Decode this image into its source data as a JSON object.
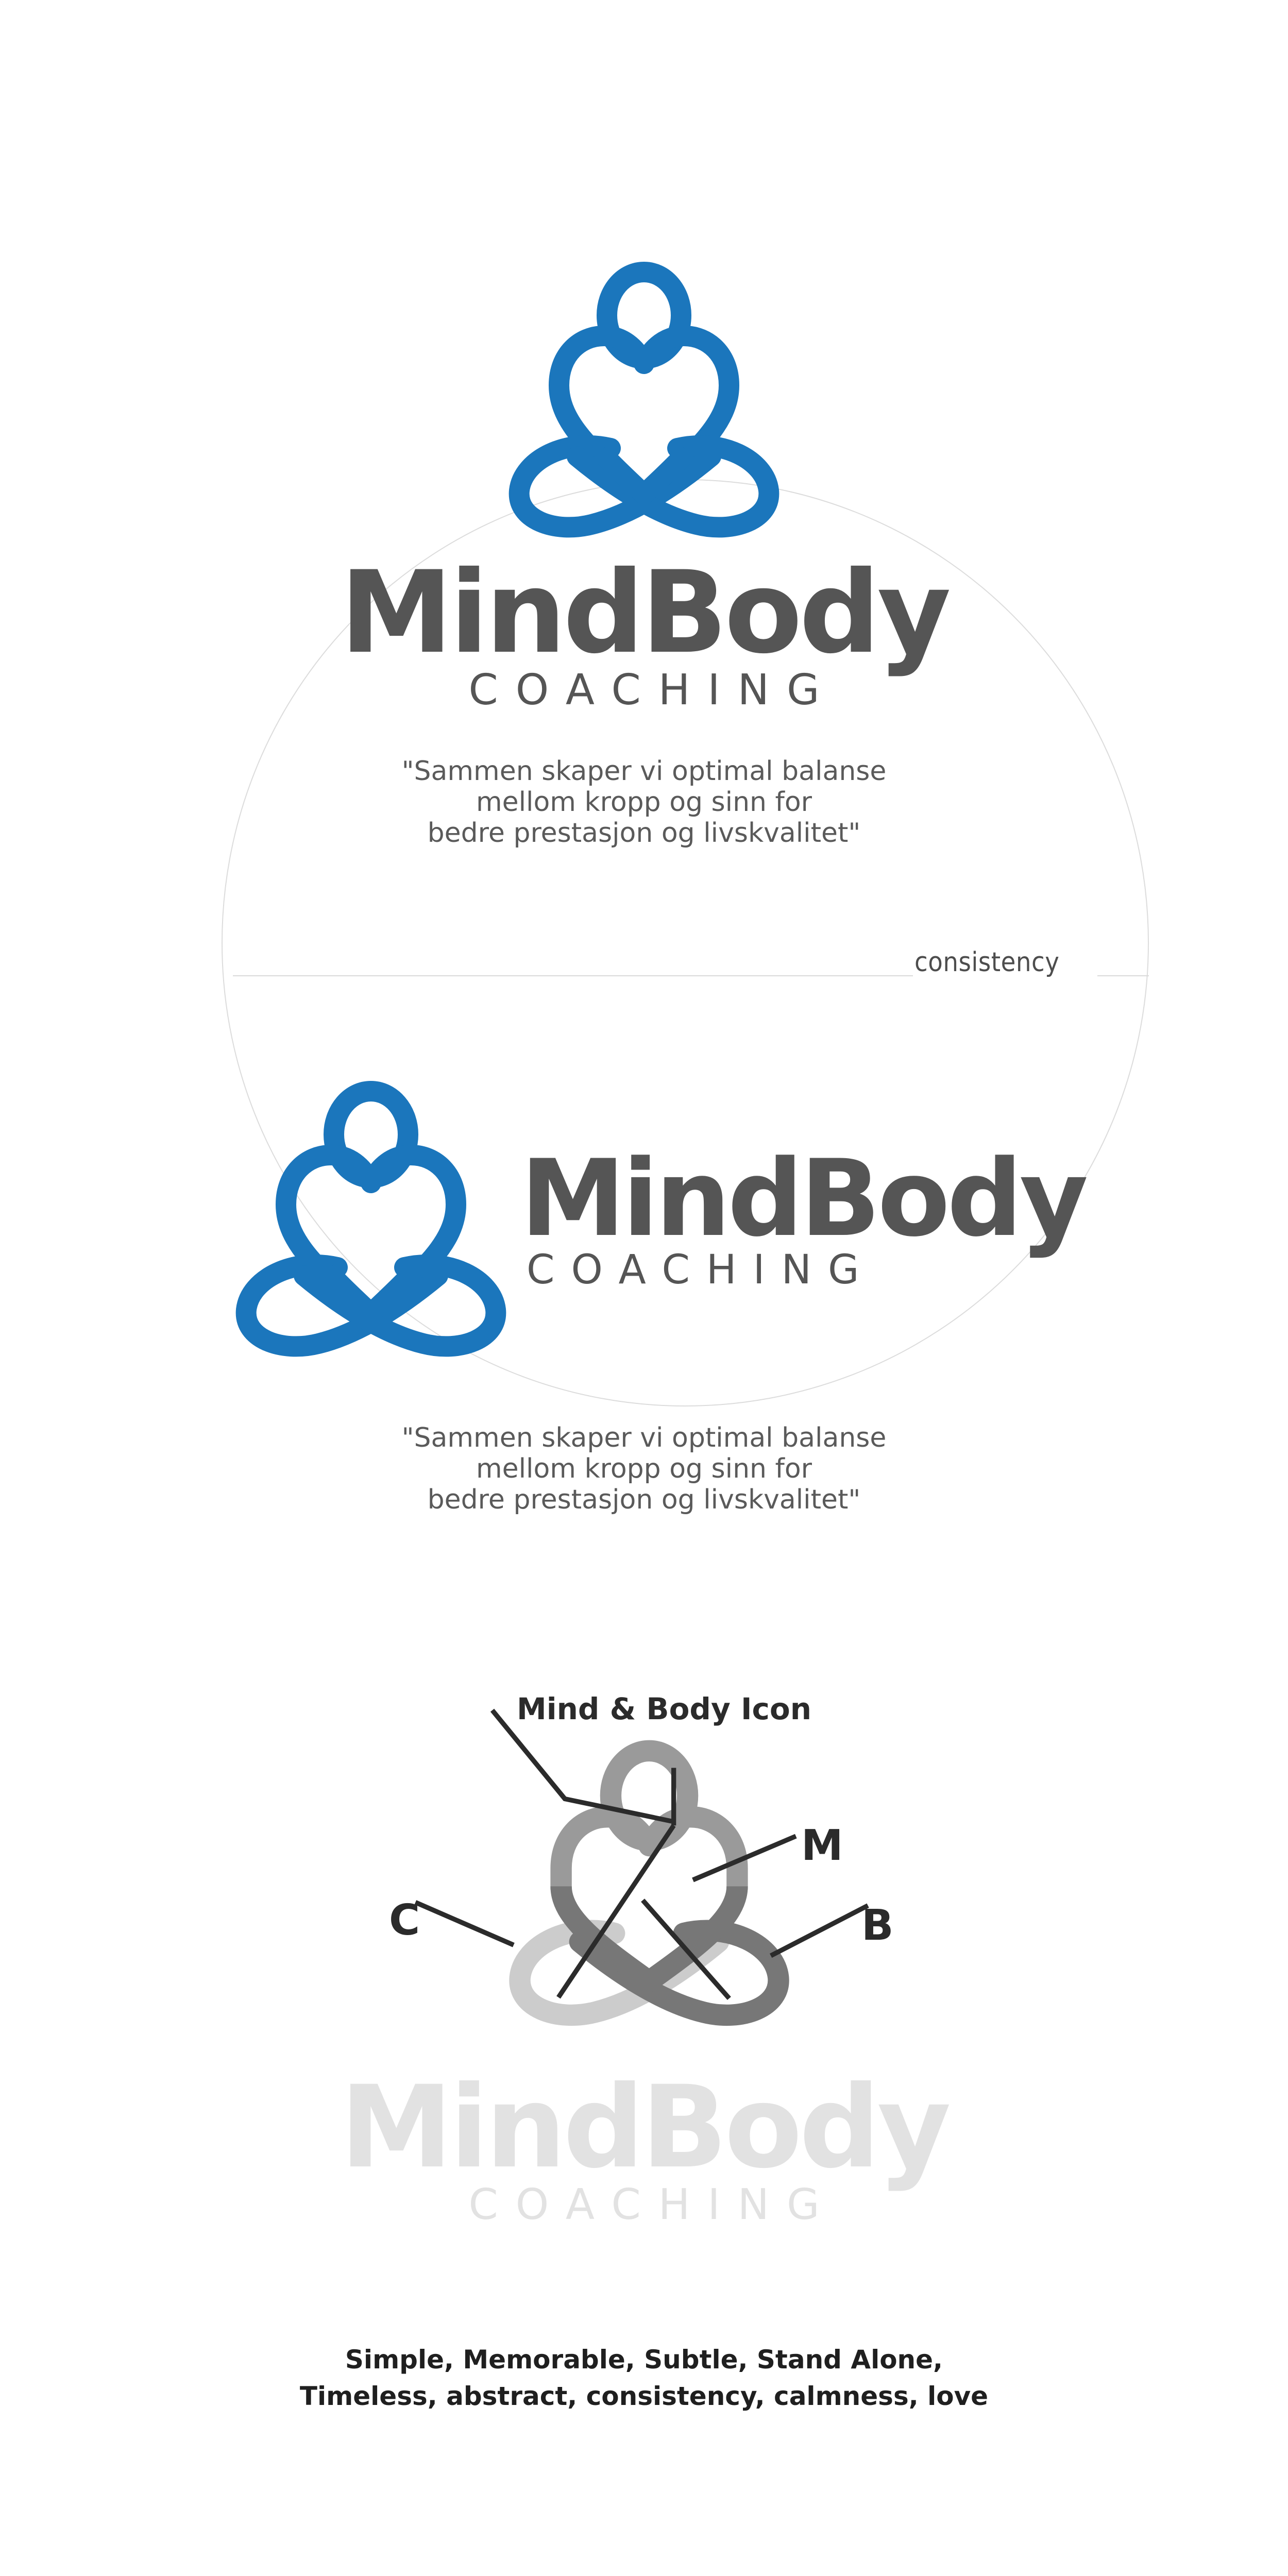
{
  "colors": {
    "brand_blue": "#1b76bc",
    "wordmark_gray": "#555555",
    "tagline_gray": "#5a5a5a",
    "guide_gray": "#dcdcdc",
    "ghost_gray": "#e2e2e2",
    "anno_black": "#2b2b2b",
    "mark_light": "#cccccc",
    "mark_mid": "#9a9a9a",
    "mark_dark": "#777777",
    "background": "#ffffff"
  },
  "brand": {
    "name_part_one": "Mind",
    "name_part_two": "Body",
    "wordmark": "MindBody",
    "descriptor": "COACHING",
    "tagline": "\"Sammen skaper vi optimal balanse\nmellom kropp og sinn for\nbedre prestasjon og livskvalitet\""
  },
  "stacked_lockup": {
    "wordmark": "MindBody",
    "descriptor": "COACHING",
    "tagline": "\"Sammen skaper vi optimal balanse\nmellom kropp og sinn for\nbedre prestasjon og livskvalitet\""
  },
  "guide": {
    "consistency_label": "consistency"
  },
  "horizontal_lockup": {
    "wordmark": "MindBody",
    "descriptor": "COACHING",
    "tagline": "\"Sammen skaper vi optimal balanse\nmellom kropp og sinn for\nbedre prestasjon og livskvalitet\""
  },
  "construction_diagram": {
    "callouts": [
      {
        "id": "mind-body-icon",
        "label": "Mind & Body Icon"
      },
      {
        "id": "m",
        "label": "M"
      },
      {
        "id": "c",
        "label": "C"
      },
      {
        "id": "b",
        "label": "B"
      }
    ],
    "ghost_wordmark": "MindBody",
    "ghost_descriptor": "COACHING"
  },
  "keywords": {
    "line_one": "Simple, Memorable, Subtle, Stand Alone,",
    "line_two": "Timeless, abstract, consistency, calmness, love",
    "text": "Simple, Memorable, Subtle, Stand Alone,\nTimeless, abstract, consistency, calmness, love"
  }
}
